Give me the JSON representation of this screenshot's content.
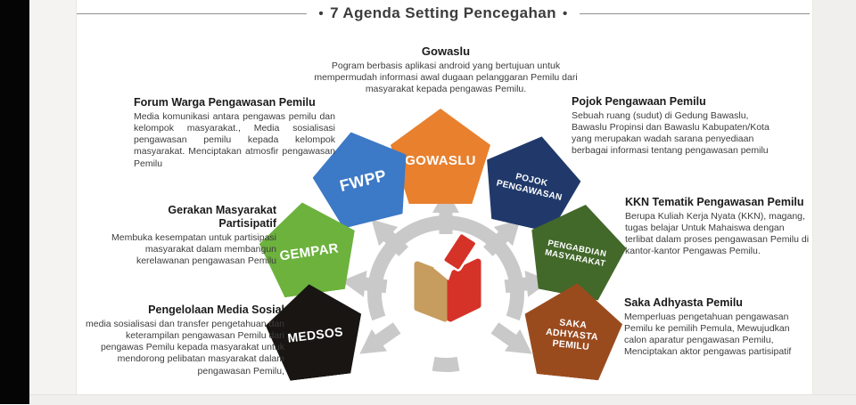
{
  "title": {
    "text": "7 Agenda Setting Pencegahan",
    "bullet": "•"
  },
  "center": {
    "logo": "bawaslu-ballot-box-logo",
    "gear_color": "#c9c9c9",
    "logo_colors": {
      "box_left": "#c79c5f",
      "box_right": "#d53228",
      "ballot": "#d53228"
    }
  },
  "agendas": [
    {
      "id": "gowaslu",
      "pentagon_label": "GOWASLU",
      "color": "#e8802e",
      "heading": "Gowaslu",
      "description": "Pogram berbasis aplikasi android yang bertujuan untuk mempermudah informasi awal dugaan pelanggaran Pemilu dari masyarakat kepada pengawas Pemilu."
    },
    {
      "id": "fwpp",
      "pentagon_label": "FWPP",
      "color": "#3c79c6",
      "heading": "Forum Warga Pengawasan Pemilu",
      "description": "Media komunikasi antara pengawas pemilu dan kelompok masyarakat., Media sosialisasi pengawasan pemilu kepada kelompok masyarakat. Menciptakan atmosfir pengawasan Pemilu"
    },
    {
      "id": "pojok-pengawasan",
      "pentagon_label": "POJOK PENGAWASAN",
      "color": "#20396a",
      "heading": "Pojok Pengawaan Pemilu",
      "description": "Sebuah ruang (sudut) di Gedung Bawaslu, Bawaslu Propinsi dan Bawaslu Kabupaten/Kota yang merupakan wadah sarana penyediaan berbagai informasi tentang pengawasan pemilu"
    },
    {
      "id": "gempar",
      "pentagon_label": "GEMPAR",
      "color": "#6cb23d",
      "heading": "Gerakan Masyarakat Partisipatif",
      "description": "Membuka kesempatan untuk partisipasi masyarakat dalam membangun kerelawanan pengawasan Pemilu"
    },
    {
      "id": "pengabdian-masyarakat",
      "pentagon_label": "PENGABDIAN MASYARAKAT",
      "color": "#42682a",
      "heading": "KKN Tematik Pengawasan Pemilu",
      "description": "Berupa Kuliah Kerja Nyata (KKN), magang, tugas belajar Untuk Mahaiswa dengan terlibat dalam proses pengawasan Pemilu di kantor-kantor Pengawas Pemilu."
    },
    {
      "id": "medsos",
      "pentagon_label": "MEDSOS",
      "color": "#181512",
      "heading": "Pengelolaan Media Sosial",
      "description": "media sosialisasi dan transfer pengetahuan dan keterampilan pengawasan Pemilu dari pengawas Pemilu kepada masyarakat untuk mendorong pelibatan masyarakat dalam pengawasan Pemilu,"
    },
    {
      "id": "saka-adhyasta",
      "pentagon_label": "SAKA ADHYASTA PEMILU",
      "color": "#9a4b1e",
      "heading": "Saka Adhyasta Pemilu",
      "description": "Memperluas pengetahuan pengawasan Pemilu ke pemilih Pemula, Mewujudkan calon aparatur pengawasan Pemilu, Menciptakan aktor pengawas partisipatif"
    }
  ]
}
